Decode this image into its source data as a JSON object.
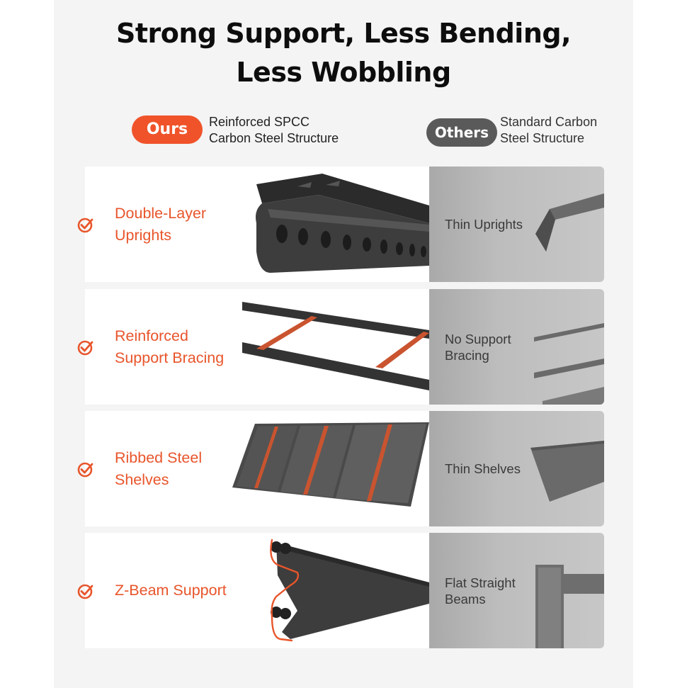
{
  "title_line1": "Strong Support, Less Bending,",
  "title_line2": "Less Wobbling",
  "legend": {
    "ours_badge": "Ours",
    "ours_desc": "Reinforced SPCC\nCarbon Steel Structure",
    "others_badge": "Others",
    "others_desc": "Standard Carbon\nSteel Structure"
  },
  "rows": [
    {
      "feature": "Double-Layer\nUprights",
      "other": "Thin Uprights"
    },
    {
      "feature": "Reinforced\nSupport Bracing",
      "other": "No Support\nBracing"
    },
    {
      "feature": "Ribbed Steel\nShelves",
      "other": "Thin Shelves"
    },
    {
      "feature": "Z-Beam Support",
      "other": "Flat Straight\nBeams"
    }
  ],
  "colors": {
    "accent": "#f0532a",
    "others_badge": "#5a5a5a",
    "panel_gray": "#bdbdbd",
    "steel": "#3d3d3d"
  },
  "icons": {
    "check": "check-circle-icon"
  }
}
